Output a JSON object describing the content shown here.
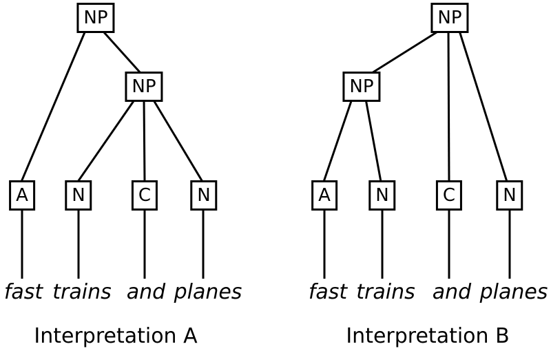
{
  "figure": {
    "background_color": "#ffffff",
    "stroke_color": "#000000"
  },
  "trees": [
    {
      "caption": "Interpretation A",
      "nodes": {
        "root": {
          "label": "NP"
        },
        "inner": {
          "label": "NP"
        },
        "leaf1": {
          "label": "A"
        },
        "leaf2": {
          "label": "N"
        },
        "leaf3": {
          "label": "C"
        },
        "leaf4": {
          "label": "N"
        }
      },
      "words": [
        "fast",
        "trains",
        "and",
        "planes"
      ],
      "edges": [
        "root-leaf1",
        "root-inner",
        "inner-leaf2",
        "inner-leaf3",
        "inner-leaf4",
        "leaf1-word1",
        "leaf2-word2",
        "leaf3-word3",
        "leaf4-word4"
      ]
    },
    {
      "caption": "Interpretation B",
      "nodes": {
        "root": {
          "label": "NP"
        },
        "inner": {
          "label": "NP"
        },
        "leaf1": {
          "label": "A"
        },
        "leaf2": {
          "label": "N"
        },
        "leaf3": {
          "label": "C"
        },
        "leaf4": {
          "label": "N"
        }
      },
      "words": [
        "fast",
        "trains",
        "and",
        "planes"
      ],
      "edges": [
        "root-inner",
        "root-leaf3",
        "root-leaf4",
        "inner-leaf1",
        "inner-leaf2",
        "leaf1-word1",
        "leaf2-word2",
        "leaf3-word3",
        "leaf4-word4"
      ]
    }
  ]
}
